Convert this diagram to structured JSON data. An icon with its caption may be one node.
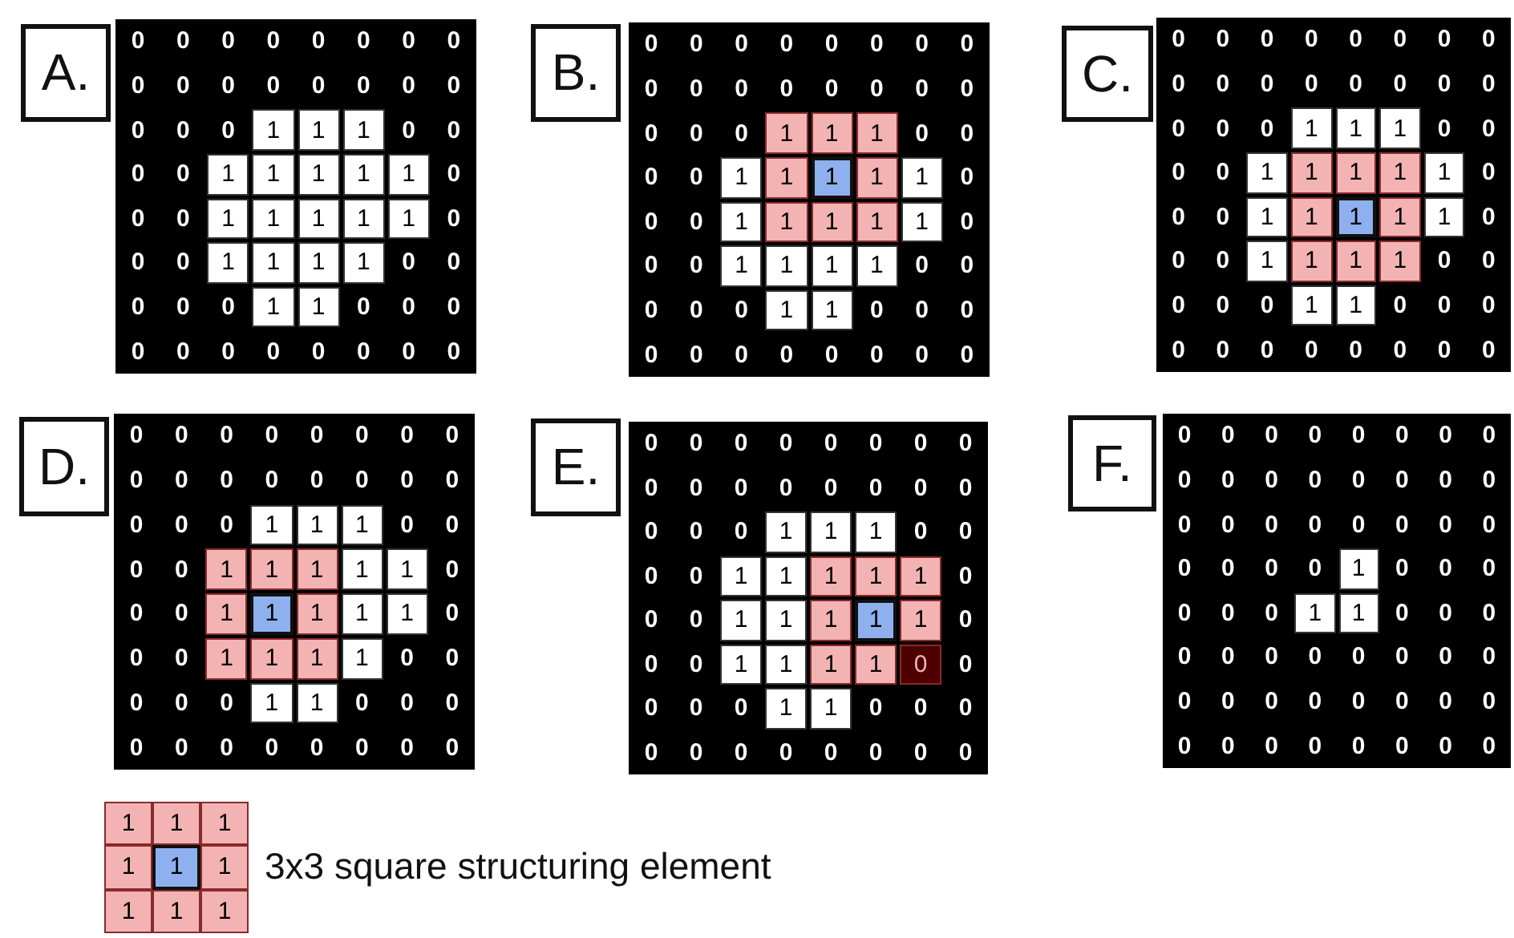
{
  "diagram": {
    "nodes": [
      {
        "text": [
          "A."
        ]
      },
      {
        "text": [
          "B."
        ]
      },
      {
        "text": [
          "C."
        ]
      },
      {
        "text": [
          "D."
        ]
      },
      {
        "text": [
          "E."
        ]
      },
      {
        "text": [
          "F."
        ]
      }
    ],
    "labels": [
      "0",
      "0",
      "0",
      "0",
      "0",
      "0",
      "0",
      "0",
      "0",
      "0",
      "0",
      "0",
      "0",
      "0",
      "0",
      "0",
      "0",
      "0",
      "0",
      "1",
      "1",
      "1",
      "0",
      "0",
      "0",
      "0",
      "1",
      "1",
      "1",
      "1",
      "1",
      "0",
      "0",
      "0",
      "1",
      "1",
      "1",
      "1",
      "1",
      "0",
      "0",
      "0",
      "1",
      "1",
      "1",
      "1",
      "0",
      "0",
      "0",
      "0",
      "0",
      "1",
      "1",
      "0",
      "0",
      "0",
      "0",
      "0",
      "0",
      "0",
      "0",
      "0",
      "0",
      "0",
      "0",
      "0",
      "0",
      "0",
      "0",
      "0",
      "0",
      "0",
      "0",
      "0",
      "0",
      "0",
      "0",
      "0",
      "0",
      "0",
      "0",
      "0",
      "0",
      "1",
      "1",
      "1",
      "0",
      "0",
      "0",
      "0",
      "1",
      "1",
      "1",
      "1",
      "1",
      "0",
      "0",
      "0",
      "1",
      "1",
      "1",
      "1",
      "1",
      "0",
      "0",
      "0",
      "1",
      "1",
      "1",
      "1",
      "0",
      "0",
      "0",
      "0",
      "0",
      "1",
      "1",
      "0",
      "0",
      "0",
      "0",
      "0",
      "0",
      "0",
      "0",
      "0",
      "0",
      "0",
      "0",
      "0",
      "0",
      "0",
      "0",
      "0",
      "0",
      "0",
      "0",
      "0",
      "0",
      "0",
      "0",
      "0",
      "0",
      "0",
      "0",
      "0",
      "0",
      "1",
      "1",
      "1",
      "0",
      "0",
      "0",
      "0",
      "1",
      "1",
      "1",
      "1",
      "1",
      "0",
      "0",
      "0",
      "1",
      "1",
      "1",
      "1",
      "1",
      "0",
      "0",
      "0",
      "1",
      "1",
      "1",
      "1",
      "0",
      "0",
      "0",
      "0",
      "0",
      "1",
      "1",
      "0",
      "0",
      "0",
      "0",
      "0",
      "0",
      "0",
      "0",
      "0",
      "0",
      "0",
      "0",
      "0",
      "0",
      "0",
      "0",
      "0",
      "0",
      "0",
      "0",
      "0",
      "0",
      "0",
      "0",
      "0",
      "0",
      "0",
      "0",
      "0",
      "0",
      "1",
      "1",
      "1",
      "0",
      "0",
      "0",
      "0",
      "1",
      "1",
      "1",
      "1",
      "1",
      "0",
      "0",
      "0",
      "1",
      "1",
      "1",
      "1",
      "1",
      "0",
      "0",
      "0",
      "1",
      "1",
      "1",
      "1",
      "0",
      "0",
      "0",
      "0",
      "0",
      "1",
      "1",
      "0",
      "0",
      "0",
      "0",
      "0",
      "0",
      "0",
      "0",
      "0",
      "0",
      "0",
      "0",
      "0",
      "0",
      "0",
      "0",
      "0",
      "0",
      "0",
      "0",
      "0",
      "0",
      "0",
      "0",
      "0",
      "0",
      "0",
      "0",
      "0",
      "0",
      "1",
      "1",
      "1",
      "0",
      "0",
      "0",
      "0",
      "1",
      "1",
      "1",
      "1",
      "1",
      "0",
      "0",
      "0",
      "1",
      "1",
      "1",
      "1",
      "1",
      "0",
      "0",
      "0",
      "1",
      "1",
      "1",
      "1",
      "0",
      "0",
      "0",
      "0",
      "0",
      "1",
      "1",
      "0",
      "0",
      "0",
      "0",
      "0",
      "0",
      "0",
      "0",
      "0",
      "0",
      "0",
      "0",
      "0",
      "0",
      "0",
      "0",
      "0",
      "0",
      "0",
      "0",
      "0",
      "0",
      "0",
      "0",
      "0",
      "0",
      "0",
      "0",
      "0",
      "0",
      "0",
      "0",
      "0",
      "0",
      "0",
      "0",
      "0",
      "0",
      "0",
      "1",
      "0",
      "0",
      "0",
      "0",
      "0",
      "0",
      "1",
      "1",
      "0",
      "0",
      "0",
      "0",
      "0",
      "0",
      "0",
      "0",
      "0",
      "0",
      "0",
      "0",
      "0",
      "0",
      "0",
      "0",
      "0",
      "0",
      "0",
      "0",
      "0",
      "0",
      "0",
      "0",
      "0",
      "0",
      "0",
      "1",
      "1",
      "1",
      "1",
      "1",
      "1",
      "1",
      "1",
      "1"
    ],
    "legend": [
      {
        "text": "3x3 square structuring element"
      }
    ]
  }
}
